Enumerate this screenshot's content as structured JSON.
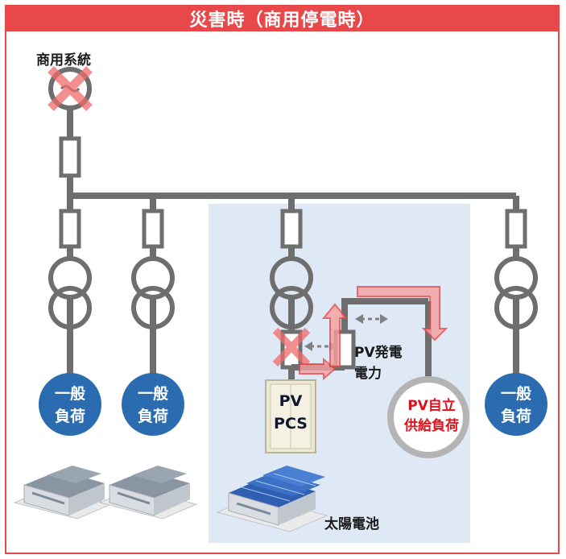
{
  "title": "災害時（商用停電時）",
  "grid_label": "商用系統",
  "pv_generation_label_line1": "PV発電",
  "pv_generation_label_line2": "電力",
  "general_load_line1": "一般",
  "general_load_line2": "負荷",
  "pcs_line1": "PV",
  "pcs_line2": "PCS",
  "pv_self_load_line1": "PV自立",
  "pv_self_load_line2": "供給負荷",
  "solar_label": "太陽電池",
  "colors": {
    "header": "#e8484a",
    "line": "#6e6e6e",
    "load_circle": "#2b6cb0",
    "pv_zone": "#dfe8f5",
    "red_arrow": "#e8484a",
    "cross": "#e8484a"
  }
}
